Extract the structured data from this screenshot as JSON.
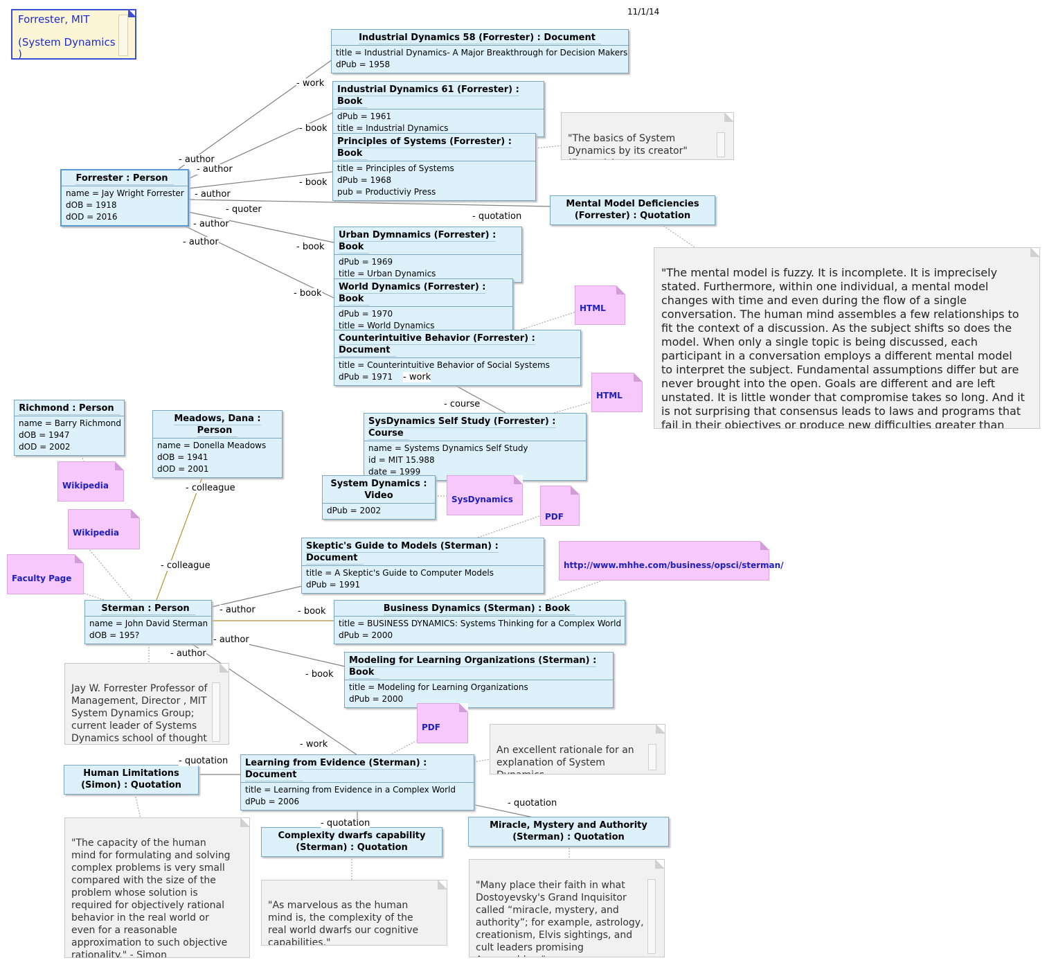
{
  "diagram": {
    "date": "11/1/14",
    "header_note": {
      "line1": "Forrester, MIT",
      "line2": "(System Dynamics",
      "line3": ")"
    }
  },
  "objects": [
    {
      "id": "forrester",
      "header": "Forrester : Person",
      "attrs": [
        "name = Jay Wright Forrester",
        "dOB = 1918",
        "dOD = 2016"
      ]
    },
    {
      "id": "ind58",
      "header": "Industrial Dynamics 58 (Forrester) : Document",
      "attrs": [
        "title = Industrial Dynamics- A Major Breakthrough for Decision Makers",
        "dPub = 1958"
      ]
    },
    {
      "id": "ind61",
      "header": "Industrial Dynamics 61 (Forrester) : Book",
      "attrs": [
        "dPub = 1961",
        "title = Industrial Dynamics"
      ]
    },
    {
      "id": "principles",
      "header": "Principles of Systems (Forrester) : Book",
      "attrs": [
        "title = Principles of Systems",
        "dPub = 1968",
        "pub = Productiviy Press"
      ]
    },
    {
      "id": "mental",
      "header": "Mental Model Deficiencies (Forrester) : Quotation",
      "header_lines": [
        "Mental Model Deficiencies",
        "(Forrester) : Quotation"
      ],
      "attrs": []
    },
    {
      "id": "urban",
      "header": "Urban Dymnamics (Forrester) : Book",
      "attrs": [
        "dPub = 1969",
        "title = Urban Dynamics"
      ]
    },
    {
      "id": "world",
      "header": "World Dynamics (Forrester) : Book",
      "attrs": [
        "dPub = 1970",
        "title = World Dynamics"
      ]
    },
    {
      "id": "counter",
      "header": "Counterintuitive Behavior (Forrester) : Document",
      "attrs": [
        "title = Counterintuitive Behavior of Social Systems",
        "dPub = 1971"
      ]
    },
    {
      "id": "selfstudy",
      "header": "SysDynamics Self Study (Forrester) : Course",
      "attrs": [
        "name = Systems Dynamics Self Study",
        "id = MIT 15.988",
        "date = 1999"
      ]
    },
    {
      "id": "richmond",
      "header": "Richmond : Person",
      "attrs": [
        "name = Barry Richmond",
        "dOB = 1947",
        "dOD = 2002"
      ]
    },
    {
      "id": "meadows",
      "header": "Meadows, Dana : Person",
      "attrs": [
        "name = Donella Meadows",
        "dOB = 1941",
        "dOD = 2001"
      ]
    },
    {
      "id": "video",
      "header": "System Dynamics : Video",
      "header_lines": [
        "System Dynamics :",
        "Video"
      ],
      "attrs": [
        "dPub = 2002"
      ]
    },
    {
      "id": "skeptic",
      "header": "Skeptic's Guide to Models (Sterman) : Document",
      "attrs": [
        "title = A Skeptic's Guide to Computer Models",
        "dPub = 1991"
      ]
    },
    {
      "id": "sterman",
      "header": "Sterman : Person",
      "attrs": [
        "name = John David Sterman",
        "dOB = 195?"
      ]
    },
    {
      "id": "business",
      "header": "Business Dynamics (Sterman) : Book",
      "attrs": [
        "title = BUSINESS DYNAMICS: Systems Thinking for a Complex World",
        "dPub = 2000"
      ]
    },
    {
      "id": "modeling",
      "header": "Modeling for Learning Organizations (Sterman) : Book",
      "attrs": [
        "title = Modeling for Learning Organizations",
        "dPub = 2000"
      ]
    },
    {
      "id": "learning",
      "header": "Learning from Evidence (Sterman) : Document",
      "attrs": [
        "title = Learning from Evidence in a Complex World",
        "dPub = 2006"
      ]
    },
    {
      "id": "human",
      "header": "Human Limitations (Simon) : Quotation",
      "header_lines": [
        "Human Limitations",
        "(Simon) : Quotation"
      ],
      "attrs": []
    },
    {
      "id": "complexity",
      "header": "Complexity dwarfs capability (Sterman) : Quotation",
      "header_lines": [
        "Complexity dwarfs capability",
        "(Sterman) : Quotation"
      ],
      "attrs": []
    },
    {
      "id": "miracle",
      "header": "Miracle, Mystery and Authority (Sterman) : Quotation",
      "header_lines": [
        "Miracle, Mystery and Authority",
        "(Sterman) : Quotation"
      ],
      "attrs": []
    }
  ],
  "notes": [
    {
      "id": "basics",
      "text": "\"The basics of System Dynamics by its creator\" (Francois)"
    },
    {
      "id": "mentalquote",
      "text": "\"The mental model is fuzzy. It is incomplete. It is imprecisely stated. Furthermore, within one individual, a mental model changes with time and even during the flow of a single conversation. The human mind assembles a few relationships to fit the context of a discussion. As the subject shifts so does the model. When only a single topic is being discussed, each participant in a conversation employs a different mental model to interpret the subject. Fundamental assumptions differ but are never brought into the open. Goals are different and are left unstated. It is little wonder that compromise takes so long. And it is not surprising that consensus leads to laws and programs that fail in their objectives or produce new difficulties greater than those that have been relieved.\""
    },
    {
      "id": "stermannote",
      "text": "Jay W. Forrester Professor of Management, Director , MIT System Dynamics Group; current leader of Systems Dynamics school of thought"
    },
    {
      "id": "rationale",
      "text": "An excellent rationale for an explanation of System Dynamics"
    },
    {
      "id": "simonquote",
      "text": "\"The capacity of the human mind for formulating and solving complex problems is very small compared with the size of the problem whose solution is required for objectively rational behavior in the real world or even for a reasonable approximation to such objective rationality.\" - Simon"
    },
    {
      "id": "marvelous",
      "text": "\"As marvelous as the human mind is, the complexity of the real world dwarfs our cognitive capabilities.\""
    },
    {
      "id": "faith",
      "text": "\"Many place their faith in what Dostoyevsky's Grand Inquisitor called “miracle, mystery, and authority”; for example, astrology, creationism, Elvis sightings, and cult leaders promising Armageddon.\""
    }
  ],
  "links": [
    {
      "id": "html1",
      "text": "HTML"
    },
    {
      "id": "html2",
      "text": "HTML"
    },
    {
      "id": "wiki1",
      "text": "Wikipedia"
    },
    {
      "id": "wiki2",
      "text": "Wikipedia"
    },
    {
      "id": "faculty",
      "text": "Faculty Page"
    },
    {
      "id": "sysdyn",
      "text": "SysDynamics"
    },
    {
      "id": "pdf1",
      "text": "PDF"
    },
    {
      "id": "pdf2",
      "text": "PDF"
    },
    {
      "id": "mhhe",
      "text": "http://www.mhhe.com/business/opsci/sterman/"
    }
  ],
  "labels": {
    "work1": "- work",
    "author1": "- author",
    "book1": "- book",
    "author2": "- author",
    "book2": "- book",
    "author3": "- author",
    "quoter": "- quoter",
    "quotation1": "- quotation",
    "author4": "- author",
    "book3": "- book",
    "author5": "- author",
    "book4": "- book",
    "work2": "- work",
    "course": "- course",
    "colleague1": "- colleague",
    "colleague2": "- colleague",
    "author6": "- author",
    "book5": "- book",
    "author7": "- author",
    "author8": "- author",
    "book6": "- book",
    "work3": "- work",
    "quotation2": "- quotation",
    "quotation3": "- quotation",
    "quotation4": "- quotation"
  },
  "colors": {
    "object_fill": "#ddf1fb",
    "object_border": "#7aa6c2",
    "note_fill": "#f1f1f1",
    "link_fill": "#f6c8fb",
    "link_text": "#2020c0",
    "colleague_line": "#b8902a"
  }
}
